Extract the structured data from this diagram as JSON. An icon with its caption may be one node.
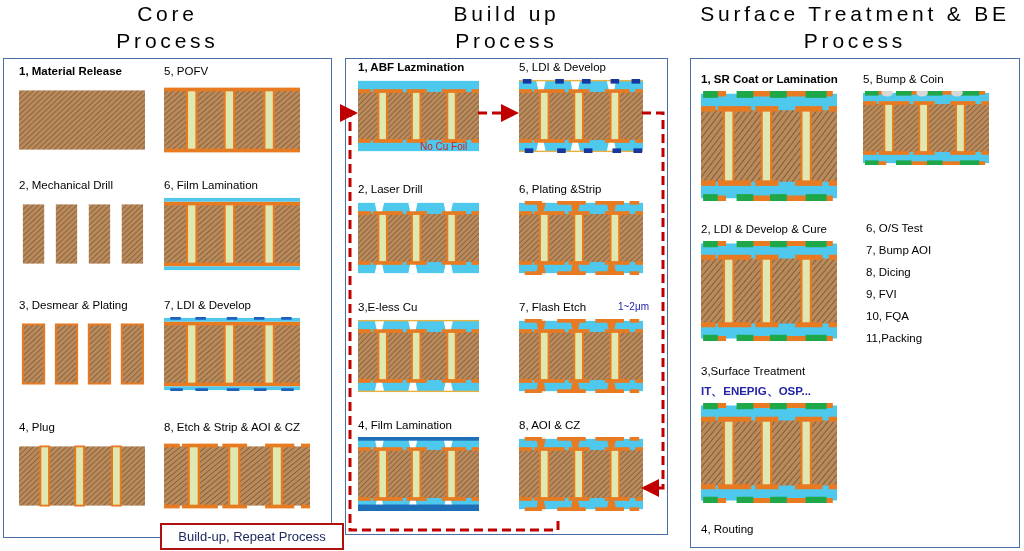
{
  "diagram": {
    "nodes": [
      {
        "text": [
          "Core Process"
        ]
      },
      {
        "text": [
          "1,  Material Release"
        ],
        "in": 0
      },
      {
        "text": [
          "2, Mechanical Drill"
        ],
        "in": 0
      },
      {
        "text": [
          "3, Desmear & Plating"
        ],
        "in": 0
      },
      {
        "text": [
          "4, Plug"
        ],
        "in": 0
      },
      {
        "text": [
          "5, POFV"
        ],
        "in": 0
      },
      {
        "text": [
          "6, Film Lamination"
        ],
        "in": 0
      },
      {
        "text": [
          "7, LDI & Develop"
        ],
        "in": 0
      },
      {
        "text": [
          "8, Etch & Strip & AOI & CZ"
        ],
        "in": 0
      },
      {
        "text": [
          "Build up Process"
        ]
      },
      {
        "text": [
          "1, ABF Lazmination",
          "No Cu Foil"
        ],
        "in": 9
      },
      {
        "text": [
          "2, Laser Drill"
        ],
        "in": 9
      },
      {
        "text": [
          "3,E-less Cu"
        ],
        "in": 9
      },
      {
        "text": [
          "4, Film Lamination"
        ],
        "in": 9
      },
      {
        "text": [
          "5, LDI & Develop"
        ],
        "in": 9
      },
      {
        "text": [
          "6, Plating &Strip"
        ],
        "in": 9
      },
      {
        "text": [
          "7, Flash Etch",
          "1~2μm"
        ],
        "in": 9
      },
      {
        "text": [
          "8, AOI & CZ"
        ],
        "in": 9
      },
      {
        "text": [
          "Surface Treatment & BE Process"
        ]
      },
      {
        "text": [
          "1, SR Coat or Lamination"
        ],
        "in": 18
      },
      {
        "text": [
          "2, LDI & Develop & Cure"
        ],
        "in": 18
      },
      {
        "text": [
          "3,Surface Treatment",
          "IT、ENEPIG、OSP..."
        ],
        "in": 18
      },
      {
        "text": [
          "4, Routing"
        ],
        "in": 18
      },
      {
        "text": [
          "5, Bump & Coin"
        ],
        "in": 18
      },
      {
        "text": [
          "Build-up, Repeat Process"
        ]
      }
    ],
    "edges": [
      {
        "from": 10,
        "to": 14,
        "arrow": "to",
        "style": "dashed"
      },
      {
        "from": 14,
        "to": 17,
        "arrow": "to",
        "style": "dashed"
      },
      {
        "from": 17,
        "to": 10,
        "arrow": "to",
        "style": "dashed"
      }
    ],
    "labels": [
      "6, O/S Test",
      "7, Bump AOI",
      "8, Dicing",
      "9, FVI",
      "10, FQA",
      "11,Packing"
    ]
  }
}
